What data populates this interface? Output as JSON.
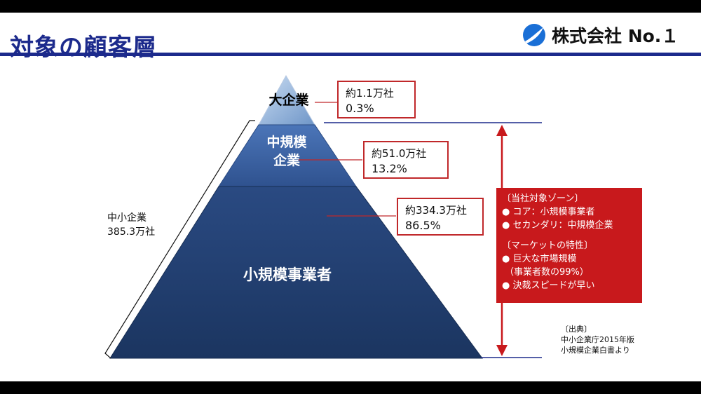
{
  "title": "対象の顧客層",
  "logo": {
    "text": "株式会社 No.１",
    "icon": "wave-logo-icon",
    "color": "#1a6fd6"
  },
  "pyramid": {
    "tiers": [
      {
        "label": "大企業",
        "count": "約1.1万社",
        "share": "0.3%",
        "color": "#6f96c8"
      },
      {
        "label_line1": "中規模",
        "label_line2": "企業",
        "count": "約51.0万社",
        "share": "13.2%",
        "color": "#3d63a3"
      },
      {
        "label": "小規模事業者",
        "count": "約334.3万社",
        "share": "86.5%",
        "color": "#213f73"
      }
    ],
    "sme_group": {
      "label": "中小企業",
      "count": "385.3万社"
    }
  },
  "target_zone": {
    "heading1": "〔当社対象ゾーン〕",
    "item1": "● コア：小規模事業者",
    "item2": "● セカンダリ：中規模企業",
    "heading2": "〔マーケットの特性〕",
    "item3": "● 巨大な市場規模",
    "item4": "（事業者数の99%）",
    "item5": "● 決裁スピードが早い",
    "color": "#c8191c"
  },
  "source": {
    "line1": "〔出典〕",
    "line2": "中小企業庁2015年版",
    "line3": "小規模企業白書より"
  },
  "colors": {
    "accent": "#1c2a8c",
    "box_border": "#c0282a",
    "line": "#1c2a8c"
  }
}
